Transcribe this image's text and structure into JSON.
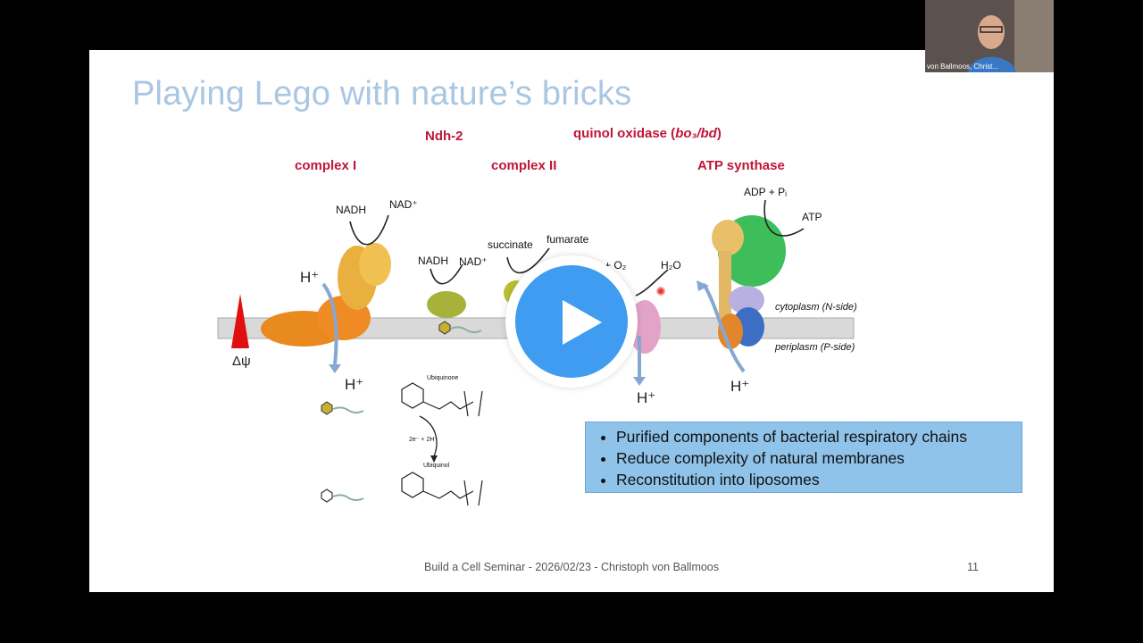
{
  "slide": {
    "title": "Playing Lego with nature’s bricks",
    "labels": {
      "ndh2": "Ndh-2",
      "quinol_oxidase_prefix": "quinol oxidase (",
      "quinol_oxidase_italic": "bo₃/bd",
      "quinol_oxidase_suffix": ")",
      "complex1": "complex I",
      "complex2": "complex II",
      "atp_synthase": "ATP synthase"
    },
    "diagram": {
      "nadh1": "NADH",
      "nad1": "NAD⁺",
      "nadh2": "NADH",
      "nad2": "NAD⁺",
      "succinate": "succinate",
      "fumarate": "fumarate",
      "o2": "+ O₂",
      "h2o": "H₂O",
      "adp": "ADP + Pᵢ",
      "atp": "ATP",
      "cytoplasm": "cytoplasm (N-side)",
      "periplasm": "periplasm (P-side)",
      "delta_psi": "Δψ",
      "h_plus": "H⁺",
      "ubiquinone": "Ubiquinone",
      "ubiquinol": "Ubiquinol",
      "electrons": "2e⁻ + 2H⁺"
    },
    "bullets": [
      "Purified components of bacterial respiratory chains",
      "Reduce complexity of natural membranes",
      "Reconstitution into liposomes"
    ],
    "footer": "Build a Cell Seminar - 2026/02/23 - Christoph von Ballmoos",
    "page_number": "11"
  },
  "video": {
    "participant_name": "von Ballmoos, Christ..."
  },
  "colors": {
    "title": "#a9c6e3",
    "red_label": "#c0163a",
    "play_button": "#3f9cf0",
    "infobox": "#8fc3ea"
  }
}
